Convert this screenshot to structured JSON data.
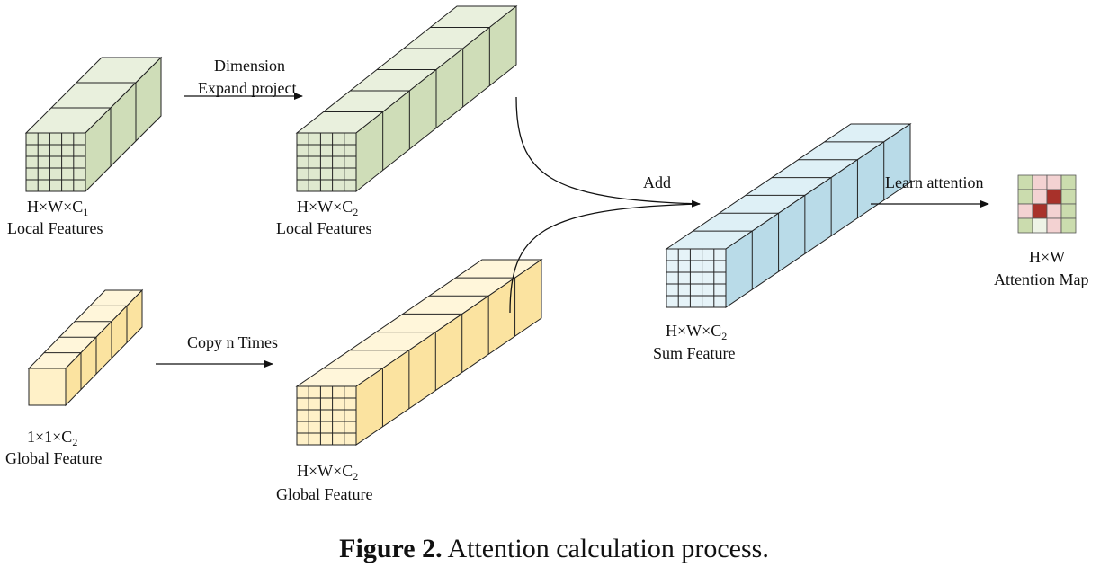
{
  "colors": {
    "green_front": "#dfe9cf",
    "green_top": "#e9f0dd",
    "green_side": "#cfddb8",
    "yellow_front": "#fff1c8",
    "yellow_top": "#fff6da",
    "yellow_side": "#fbe3a0",
    "blue_front": "#e6f3f8",
    "blue_top": "#def0f6",
    "blue_side": "#b9dbe8",
    "attn_dark": "#a8312a",
    "attn_pink": "#f3d2d2",
    "attn_green": "#cbdcae",
    "attn_white": "#eef3e6"
  },
  "labels": {
    "local1_dims": "H×W×C",
    "local1_dims_sub": "1",
    "local1_name": "Local Features",
    "arrow1_line1": "Dimension",
    "arrow1_line2": "Expand project",
    "local2_dims": "H×W×C",
    "local2_dims_sub": "2",
    "local2_name": "Local Features",
    "global1_dims": "1×1×C",
    "global1_dims_sub": "2",
    "global1_name": "Global Feature",
    "arrow2": "Copy n Times",
    "global2_dims": "H×W×C",
    "global2_dims_sub": "2",
    "global2_name": "Global Feature",
    "add": "Add",
    "sum_dims": "H×W×C",
    "sum_dims_sub": "2",
    "sum_name": "Sum Feature",
    "learn": "Learn attention",
    "attn_dims": "H×W",
    "attn_name": "Attention Map"
  },
  "caption": {
    "bold": "Figure 2.",
    "text": " Attention calculation process."
  },
  "attention_grid": [
    [
      "green",
      "pink",
      "pink",
      "green"
    ],
    [
      "green",
      "pink",
      "dark",
      "green"
    ],
    [
      "pink",
      "dark",
      "pink",
      "green"
    ],
    [
      "green",
      "white",
      "pink",
      "green"
    ]
  ]
}
